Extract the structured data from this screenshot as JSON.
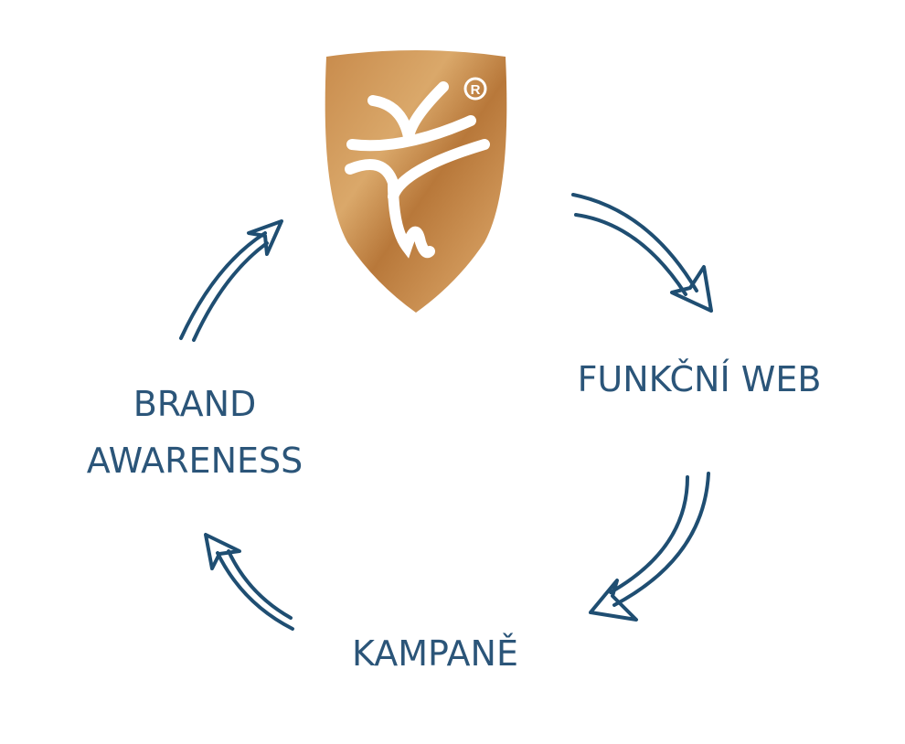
{
  "colors": {
    "text": "#2b5579",
    "arrow": "#1f4e72",
    "shield_light": "#dcaa6c",
    "shield_dark": "#b7773a"
  },
  "logo": {
    "registered_mark": "®"
  },
  "steps": {
    "web": "FUNKČNÍ WEB",
    "campaigns": "KAMPANĚ",
    "brand_line1": "BRAND",
    "brand_line2": "AWARENESS"
  }
}
